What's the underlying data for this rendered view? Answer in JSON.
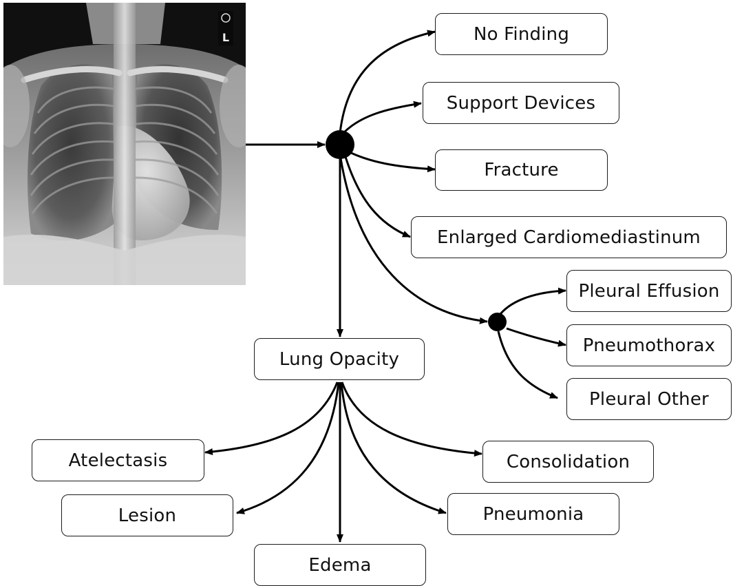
{
  "image": {
    "alt": "Chest X-ray",
    "marker": "L"
  },
  "nodes": {
    "no_finding": "No Finding",
    "support_devices": "Support Devices",
    "fracture": "Fracture",
    "enlarged_cardiomediastinum": "Enlarged Cardiomediastinum",
    "pleural_effusion": "Pleural Effusion",
    "pneumothorax": "Pneumothorax",
    "pleural_other": "Pleural Other",
    "lung_opacity": "Lung Opacity",
    "atelectasis": "Atelectasis",
    "consolidation": "Consolidation",
    "lesion": "Lesion",
    "pneumonia": "Pneumonia",
    "edema": "Edema"
  },
  "colors": {
    "stroke": "#000000",
    "box_border": "#1a1a1a",
    "text": "#111111",
    "background": "#ffffff"
  }
}
